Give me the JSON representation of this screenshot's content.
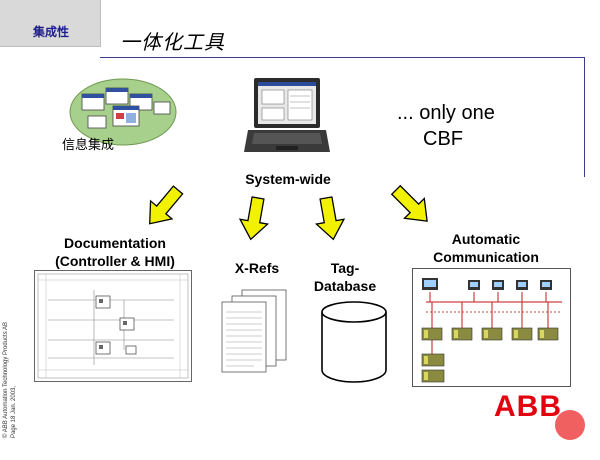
{
  "header": {
    "tag": "集成性",
    "title": "一体化工具"
  },
  "labels": {
    "integration": "信息集成",
    "system_wide": "System-wide",
    "cbf_line1": "... only one",
    "cbf_line2": "CBF",
    "doc_line1": "Documentation",
    "doc_line2": "(Controller & HMI)",
    "xrefs": "X-Refs",
    "tag_db_line1": "Tag-",
    "tag_db_line2": "Database",
    "auto_line1": "Automatic",
    "auto_line2": "Communication"
  },
  "footer": {
    "copyright_line1": "© ABB Automation Technology Products AB",
    "copyright_line2": "Page 18   Jan. 2003,",
    "logo": "ABB"
  },
  "colors": {
    "arrow_fill": "#f2f200",
    "title_rule": "#3c3c8c",
    "abb_red": "#e3000f",
    "header_tag_bg": "#d9d9d9"
  }
}
